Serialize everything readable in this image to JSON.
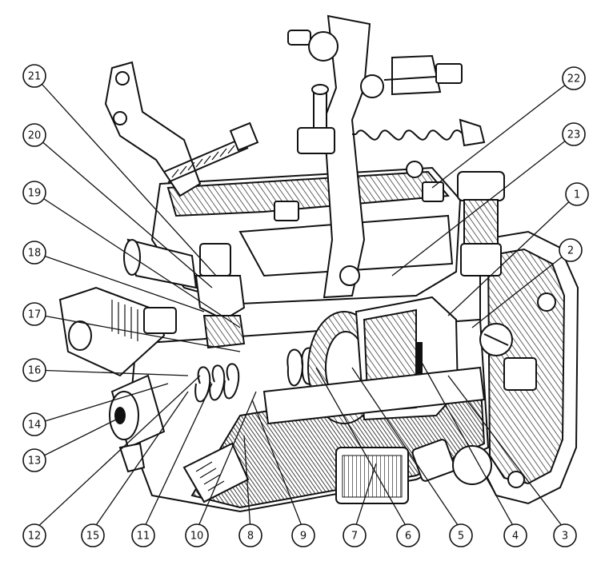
{
  "colors": {
    "ink": "#111111",
    "paper": "#ffffff"
  },
  "callouts": [
    {
      "id": "c1",
      "label": "1"
    },
    {
      "id": "c2",
      "label": "2"
    },
    {
      "id": "c3",
      "label": "3"
    },
    {
      "id": "c4",
      "label": "4"
    },
    {
      "id": "c5",
      "label": "5"
    },
    {
      "id": "c6",
      "label": "6"
    },
    {
      "id": "c7",
      "label": "7"
    },
    {
      "id": "c8",
      "label": "8"
    },
    {
      "id": "c9",
      "label": "9"
    },
    {
      "id": "c10",
      "label": "10"
    },
    {
      "id": "c11",
      "label": "11"
    },
    {
      "id": "c12",
      "label": "12"
    },
    {
      "id": "c13",
      "label": "13"
    },
    {
      "id": "c14",
      "label": "14"
    },
    {
      "id": "c15",
      "label": "15"
    },
    {
      "id": "c16",
      "label": "16"
    },
    {
      "id": "c17",
      "label": "17"
    },
    {
      "id": "c18",
      "label": "18"
    },
    {
      "id": "c19",
      "label": "19"
    },
    {
      "id": "c20",
      "label": "20"
    },
    {
      "id": "c21",
      "label": "21"
    },
    {
      "id": "c22",
      "label": "22"
    },
    {
      "id": "c23",
      "label": "23"
    }
  ]
}
